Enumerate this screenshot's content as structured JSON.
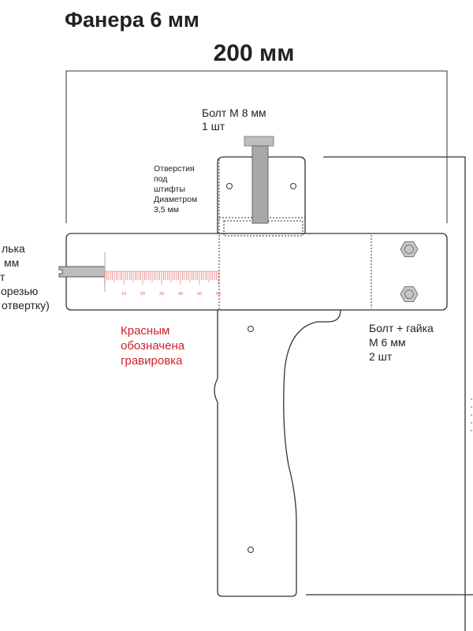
{
  "title": "Фанера 6 мм",
  "dimension": "200 мм",
  "bolt_m8": {
    "line1": "Болт М 8 мм",
    "line2": "1 шт"
  },
  "pin_holes": {
    "lines": [
      "Отверстия",
      "под",
      "штифты",
      "Диаметром",
      "3,5 мм"
    ]
  },
  "rod_note": {
    "lines": [
      "лька",
      "мм",
      "т",
      "орезью",
      "отвертку)"
    ]
  },
  "engraving_note": {
    "lines": [
      "Красным",
      "обозначена",
      "гравировка"
    ],
    "color": "#d0202a"
  },
  "bolt_nut": {
    "lines": [
      "Болт + гайка",
      "М 6 мм",
      "2 шт"
    ]
  },
  "scale": {
    "labels": [
      "10",
      "20",
      "30",
      "40",
      "50",
      "60"
    ],
    "color": "#e06060"
  }
}
